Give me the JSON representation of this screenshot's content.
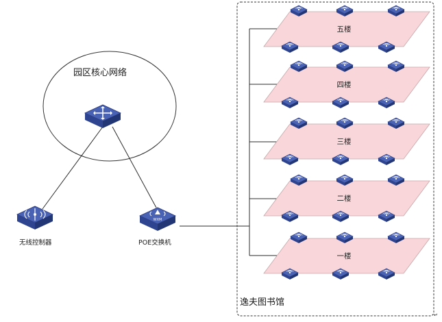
{
  "core_network": {
    "label": "园区核心网络"
  },
  "wireless_controller": {
    "label": "无线控制器"
  },
  "poe_switch": {
    "label": "POE交换机",
    "badge": "WXM"
  },
  "library": {
    "label": "逸夫图书馆"
  },
  "floors": [
    {
      "label": "五楼"
    },
    {
      "label": "四楼"
    },
    {
      "label": "三楼"
    },
    {
      "label": "二楼"
    },
    {
      "label": "一楼"
    }
  ],
  "colors": {
    "floor_fill": "#f9d6d9",
    "floor_stroke": "#c5a6a9",
    "device_top": "#4058a8",
    "device_side": "#283a7c",
    "line": "#2b2b2b"
  },
  "icons": {
    "core": "core-switch-icon",
    "controller": "wireless-controller-icon",
    "poe": "poe-switch-icon",
    "ap": "access-point-icon"
  }
}
